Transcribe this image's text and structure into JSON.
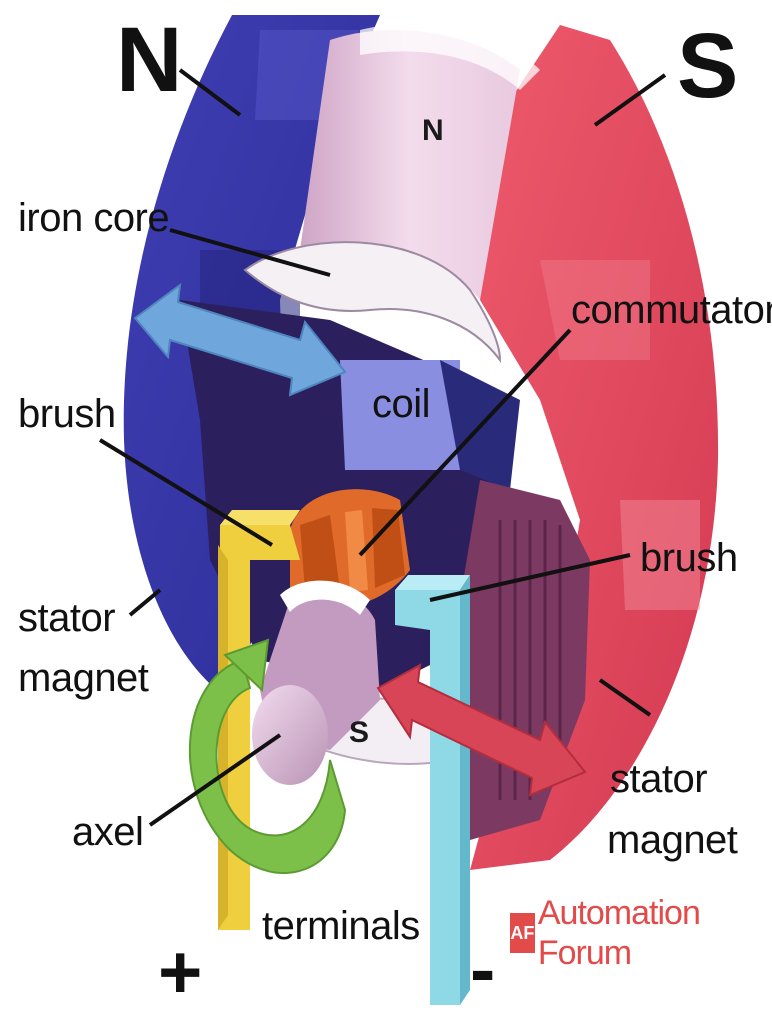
{
  "diagram": {
    "pole_labels": {
      "north": "N",
      "south": "S",
      "rotor_north": "N",
      "rotor_south": "S"
    },
    "part_labels": {
      "iron_core": "iron core",
      "commutator": "commutator",
      "coil": "coil",
      "brush_left": "brush",
      "brush_right": "brush",
      "stator_magnet_left_line1": "stator",
      "stator_magnet_left_line2": "magnet",
      "stator_magnet_right_line1": "stator",
      "stator_magnet_right_line2": "magnet",
      "axel": "axel",
      "terminals": "terminals"
    },
    "terminal_signs": {
      "positive": "+",
      "negative": "-"
    },
    "watermark": {
      "logo_mark": "AF",
      "text": "Automation Forum"
    },
    "colors": {
      "north_magnet": "#3a3aa8",
      "south_magnet": "#e8485e",
      "rotor_pole": "#e9c6de",
      "commutator": "#e06a2a",
      "brush_positive": "#f0cf3e",
      "brush_negative": "#8fd8e6",
      "arrow_blue": "#6fa6dc",
      "arrow_red": "#d84556",
      "arrow_green": "#7cc04a",
      "brand": "#e34a4a"
    }
  }
}
